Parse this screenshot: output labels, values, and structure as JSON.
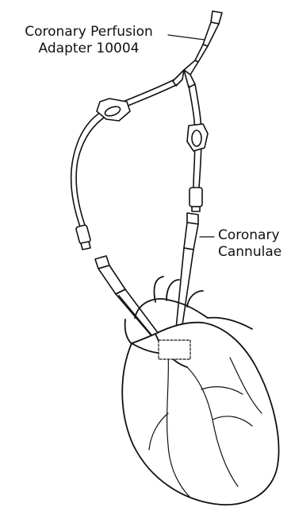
{
  "labels": {
    "adapter_line1": "Coronary Perfusion",
    "adapter_line2": "Adapter 10004",
    "cannulae_line1": "Coronary",
    "cannulae_line2": "Cannulae"
  },
  "colors": {
    "ink": "#111111",
    "background": "#ffffff"
  }
}
